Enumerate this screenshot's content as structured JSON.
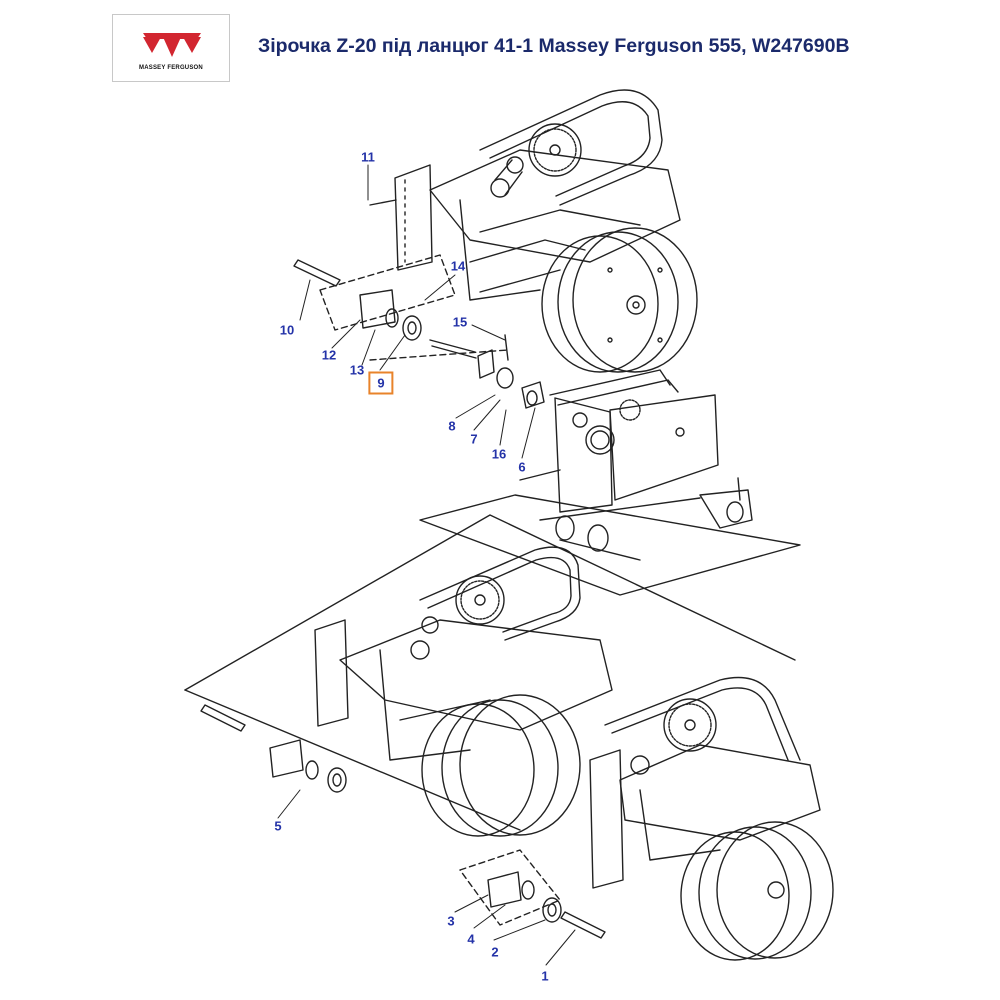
{
  "header": {
    "title": "Зірочка Z-20 під ланцюг 41-1 Massey Ferguson 555, W247690B",
    "logo_text": "MASSEY FERGUSON"
  },
  "colors": {
    "title": "#1b2a6b",
    "callout": "#2433a8",
    "highlight": "#e8832a",
    "logo_red": "#d22630",
    "line": "#222222"
  },
  "callouts": {
    "c1": "1",
    "c2": "2",
    "c3": "3",
    "c4": "4",
    "c5": "5",
    "c6": "6",
    "c7": "7",
    "c8": "8",
    "c9": "9",
    "c10": "10",
    "c11": "11",
    "c12": "12",
    "c13": "13",
    "c14": "14",
    "c15": "15",
    "c16": "16"
  },
  "highlighted_part": "9"
}
